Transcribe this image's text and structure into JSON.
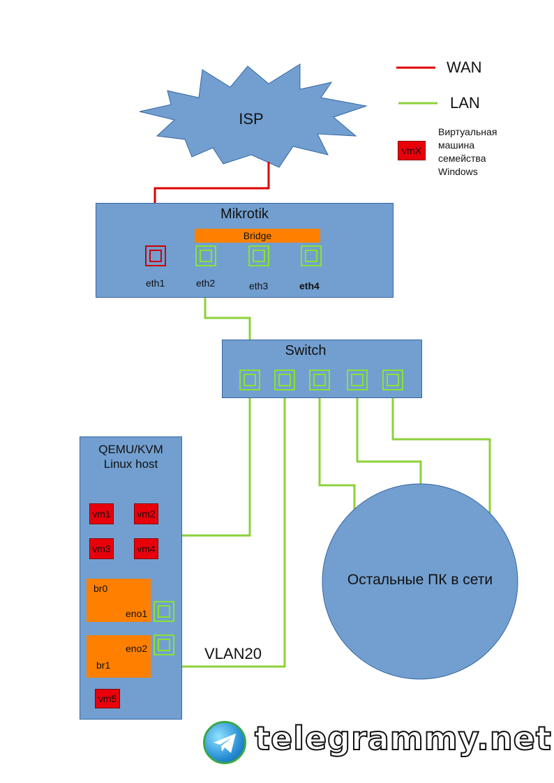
{
  "legend": {
    "wan": {
      "label": "WAN",
      "color": "#dd0000"
    },
    "lan": {
      "label": "LAN",
      "color": "#8cd13a"
    },
    "vm": {
      "swatch_label": "vmX",
      "line1": "Виртуальная",
      "line2": "машина",
      "line3": "семейства",
      "line4": "Windows"
    }
  },
  "isp": {
    "label": "ISP"
  },
  "mikrotik": {
    "title": "Mikrotik",
    "bridge_label": "Bridge",
    "ports": [
      "eth1",
      "eth2",
      "eth3",
      "eth4"
    ]
  },
  "switch": {
    "title": "Switch"
  },
  "host": {
    "title_line1": "QEMU/KVM",
    "title_line2": "Linux host",
    "vms": [
      "vm1",
      "vm2",
      "vm3",
      "vm4",
      "vm5"
    ],
    "bridges": [
      "br0",
      "br1"
    ],
    "nics": [
      "eno1",
      "eno2"
    ]
  },
  "vlan_label": "VLAN20",
  "others": {
    "label": "Остальные ПК в сети"
  },
  "watermark": {
    "text": "telegrammy.net"
  }
}
